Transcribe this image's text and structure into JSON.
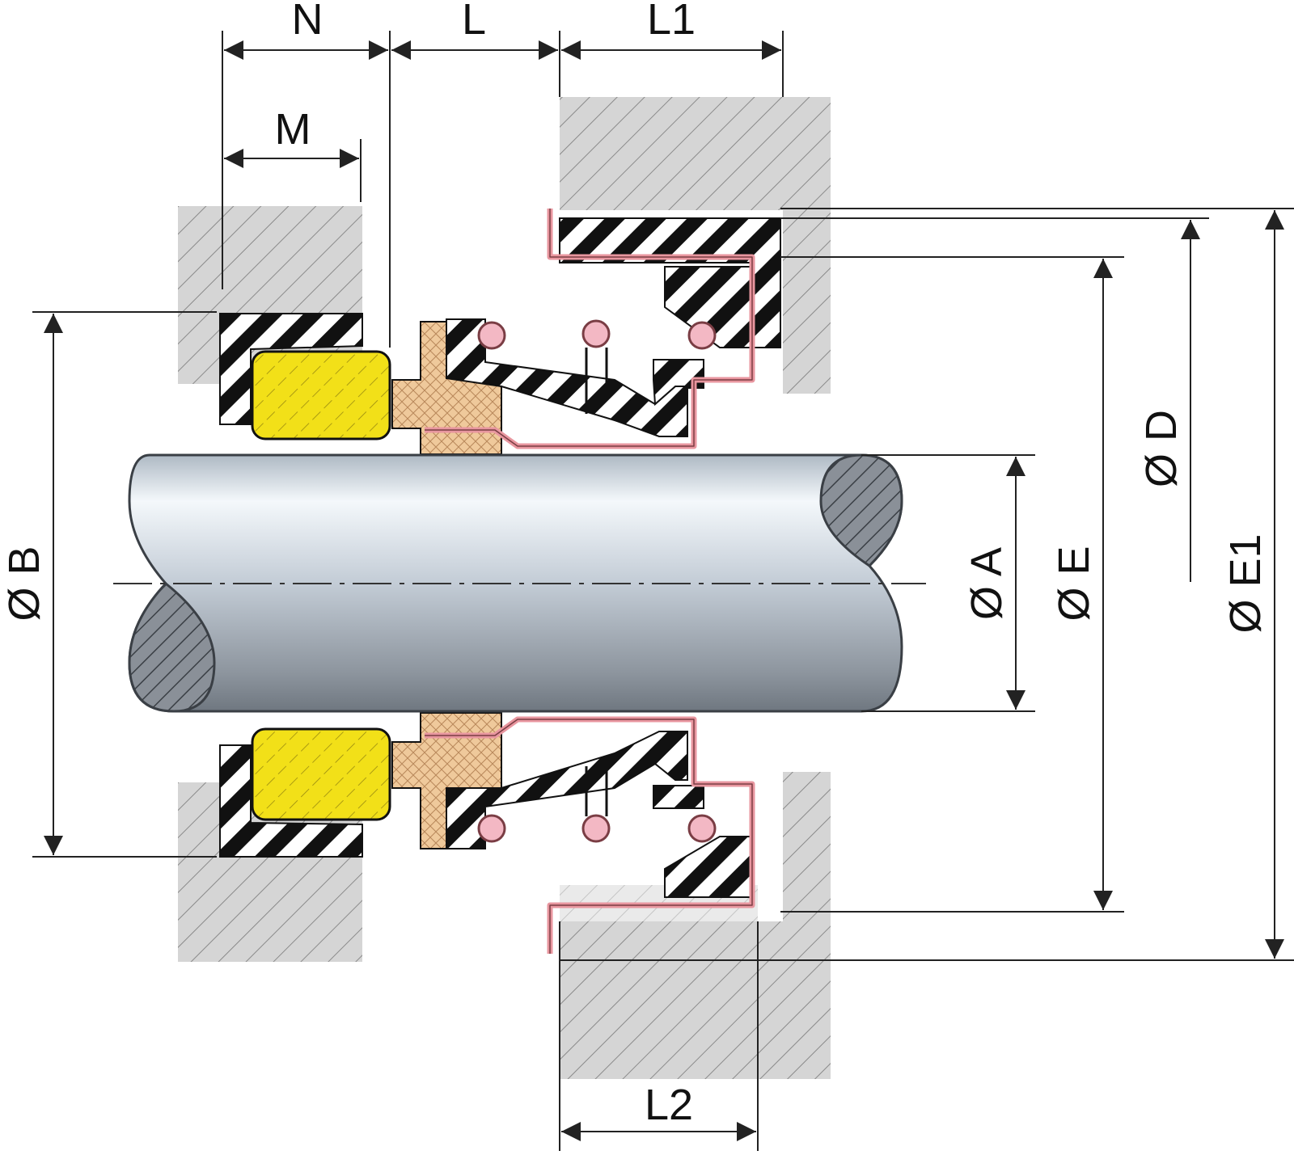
{
  "diagram": {
    "labels": {
      "N": "N",
      "L": "L",
      "L1": "L1",
      "M": "M",
      "L2": "L2",
      "B": "Ø B",
      "A": "Ø A",
      "E": "Ø E",
      "D": "Ø D",
      "E1": "Ø E1"
    },
    "colors": {
      "housing": "#d4d4d4",
      "housing_hatch": "#8a8a8a",
      "seal_face": "#f2e018",
      "bellows_carrier": "#efc99b",
      "spring": "#f3b8c4",
      "metal_case": "#e8969f",
      "elastomer": "#111111",
      "shaft_light": "#e9f1f8",
      "shaft_dark": "#7e8893",
      "dimension_line": "#222222"
    }
  }
}
